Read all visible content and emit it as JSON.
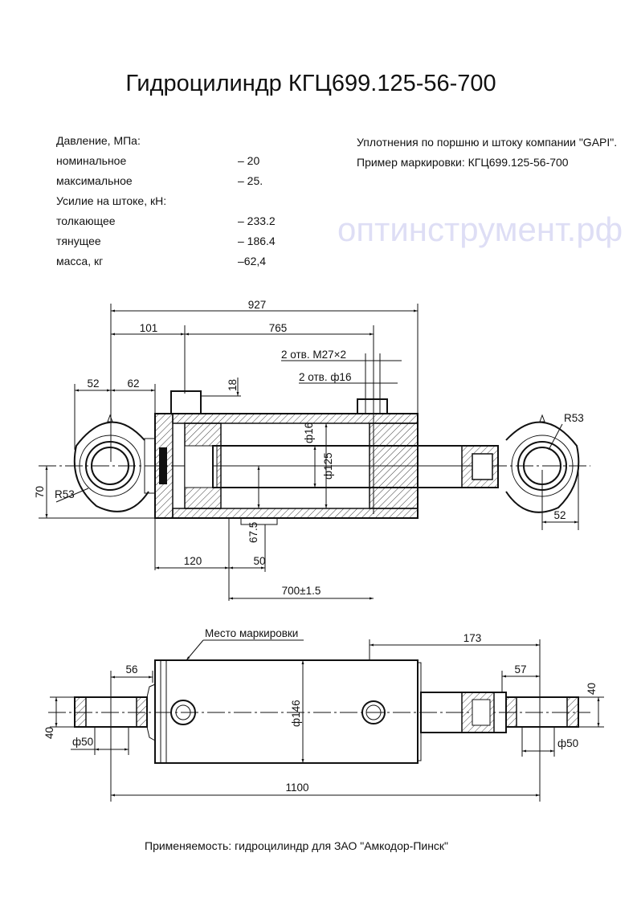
{
  "title": "Гидроцилиндр КГЦ699.125-56-700",
  "specs": {
    "pressure_heading": "Давление, МПа:",
    "nominal_label": "номинальное",
    "nominal_value": "– 20",
    "max_label": "максимальное",
    "max_value": "– 25.",
    "force_heading": "Усилие на штоке, кН:",
    "push_label": "толкающее",
    "push_value": "– 233.2",
    "pull_label": "тянущее",
    "pull_value": "– 186.4",
    "mass_label": "масса, кг",
    "mass_value": "–62,4"
  },
  "notes": {
    "seals": "Уплотнения по поршню и штоку компании \"GAPI\".",
    "marking_example": "Пример маркировки: КГЦ699.125-56-700"
  },
  "section_view": {
    "dims": {
      "overall": "927",
      "d101": "101",
      "d765": "765",
      "ports_thread": "2 отв. М27×2",
      "ports_hole": "2 отв. ф16",
      "d52_left": "52",
      "d62": "62",
      "d18": "18",
      "d70": "70",
      "r53_left": "R53",
      "r53_right": "R53",
      "d52_right": "52",
      "d120": "120",
      "d50": "50",
      "d67_5": "67.5",
      "stroke": "700±1.5",
      "bore": "ф125",
      "rod_partial": "ф16"
    }
  },
  "top_view": {
    "marking_place": "Место маркировки",
    "dims": {
      "d56": "56",
      "d173": "173",
      "d57": "57",
      "d40_left": "40",
      "d40_right": "40",
      "pin_left": "ф50",
      "pin_right": "ф50",
      "body_dia": "ф146",
      "overall": "1100"
    }
  },
  "footer": "Применяемость: гидроцилиндр для ЗАО \"Амкодор-Пинск\"",
  "watermark": "оптинструмент.рф"
}
